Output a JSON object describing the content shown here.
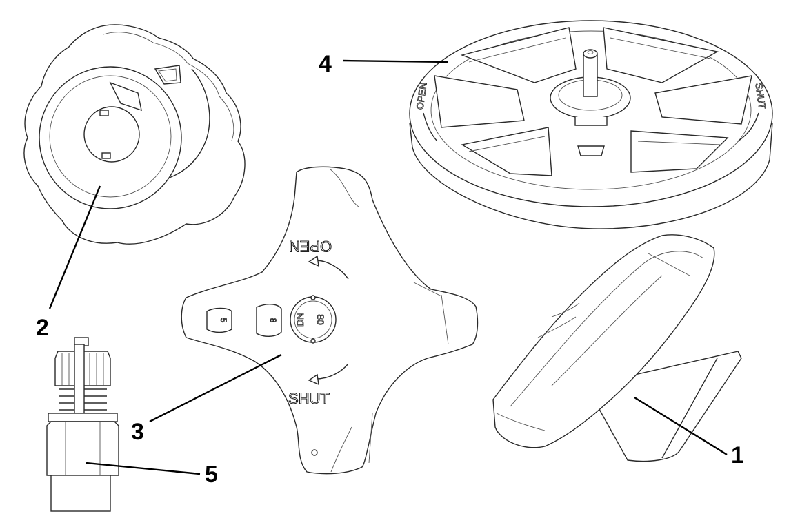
{
  "callouts": [
    "1",
    "2",
    "3",
    "4",
    "5"
  ],
  "handwheel_3": {
    "open_label": "OPEN",
    "shut_label": "SHUT",
    "dn_label": "DN",
    "dn_value": "80",
    "mark_small": "5",
    "mark_medium": "8"
  },
  "handwheel_4": {
    "open_label": "OPEN",
    "shut_label": "SHUT"
  }
}
